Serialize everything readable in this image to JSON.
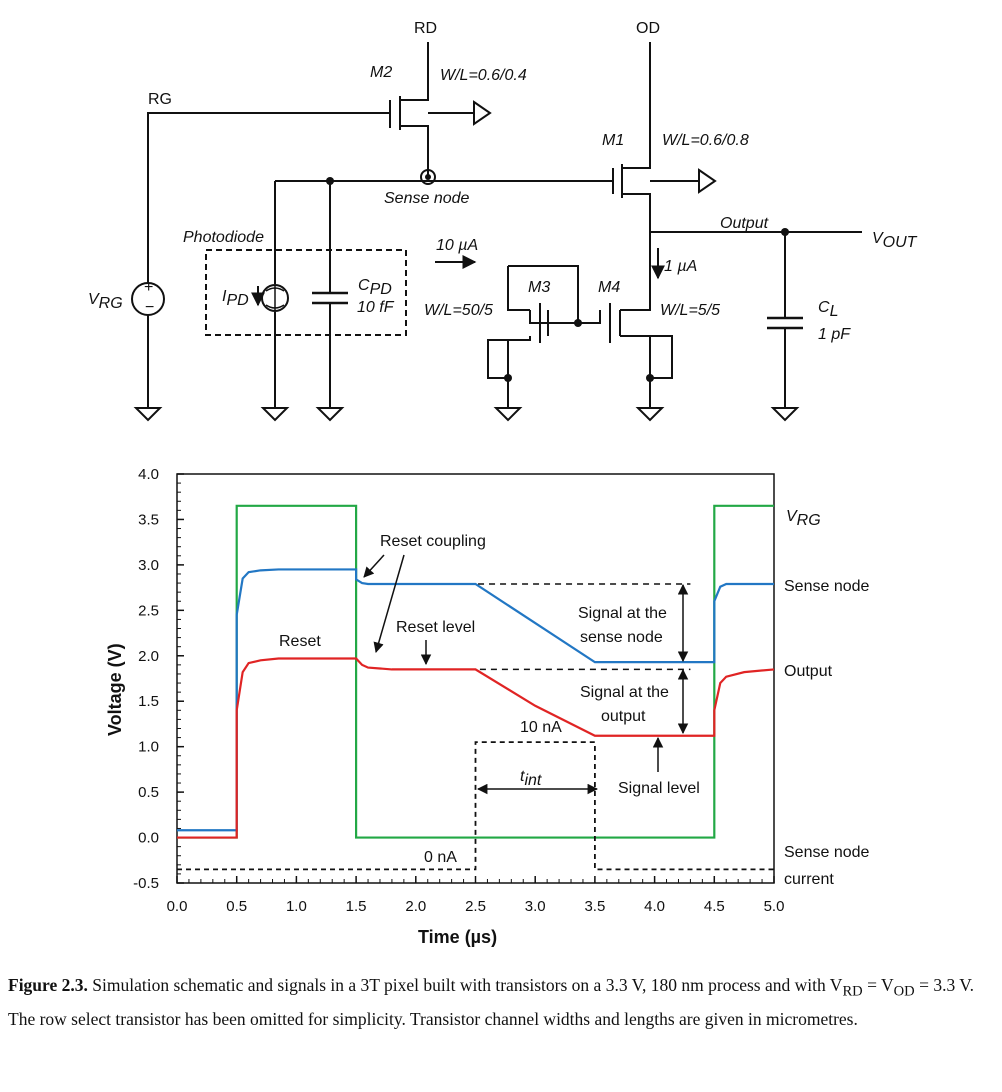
{
  "schematic": {
    "labels": {
      "rd": "RD",
      "od": "OD",
      "rg": "RG",
      "m2": "M2",
      "m2_wl": "W/L=0.6/0.4",
      "m1": "M1",
      "m1_wl": "W/L=0.6/0.8",
      "sense_node": "Sense node",
      "output": "Output",
      "vout_main": "V",
      "vout_sub": "OUT",
      "photodiode": "Photodiode",
      "ipd_main": "I",
      "ipd_sub": "PD",
      "cpd_main": "C",
      "cpd_sub": "PD",
      "cpd_val": "10 fF",
      "cur10": "10 µA",
      "m3": "M3",
      "m4": "M4",
      "m3_wl": "W/L=50/5",
      "m4_wl": "W/L=5/5",
      "cur1": "1 µA",
      "cl_main": "C",
      "cl_sub": "L",
      "cl_val": "1 pF",
      "vrg_main": "V",
      "vrg_sub": "RG"
    }
  },
  "chart_data": {
    "type": "line",
    "title": "",
    "xlabel": "Time (µs)",
    "ylabel": "Voltage (V)",
    "xlim": [
      0.0,
      5.0
    ],
    "ylim": [
      -0.5,
      4.0
    ],
    "xticks": [
      "0.0",
      "0.5",
      "1.0",
      "1.5",
      "2.0",
      "2.5",
      "3.0",
      "3.5",
      "4.0",
      "4.5",
      "5.0"
    ],
    "yticks": [
      "4.0",
      "3.5",
      "3.0",
      "2.5",
      "2.0",
      "1.5",
      "1.0",
      "0.5",
      "0.0",
      "-0.5"
    ],
    "colors": {
      "vrg": "#22a845",
      "sense": "#2277c4",
      "output": "#e02424",
      "current": "#111111"
    },
    "series": [
      {
        "name": "V_RG",
        "key": "vrg",
        "x": [
          0.0,
          0.5,
          0.5,
          1.5,
          1.5,
          4.5,
          4.5,
          5.0
        ],
        "y": [
          0.0,
          0.0,
          3.65,
          3.65,
          0.0,
          0.0,
          3.65,
          3.65
        ]
      },
      {
        "name": "Sense node",
        "key": "sense",
        "x": [
          0.0,
          0.5,
          0.5,
          0.55,
          0.6,
          0.7,
          0.85,
          1.0,
          1.5,
          1.5,
          1.55,
          1.6,
          2.5,
          3.5,
          4.5,
          4.5,
          4.55,
          4.6,
          5.0
        ],
        "y": [
          0.08,
          0.08,
          2.45,
          2.85,
          2.92,
          2.94,
          2.95,
          2.95,
          2.95,
          2.84,
          2.8,
          2.79,
          2.79,
          1.93,
          1.93,
          2.6,
          2.76,
          2.79,
          2.79
        ]
      },
      {
        "name": "Output",
        "key": "output",
        "x": [
          0.0,
          0.5,
          0.5,
          0.55,
          0.6,
          0.7,
          0.85,
          1.0,
          1.5,
          1.55,
          1.6,
          1.7,
          1.8,
          2.0,
          2.5,
          3.0,
          3.5,
          4.5,
          4.5,
          4.55,
          4.6,
          4.75,
          5.0
        ],
        "y": [
          0.0,
          0.0,
          1.4,
          1.82,
          1.92,
          1.95,
          1.97,
          1.97,
          1.97,
          1.9,
          1.87,
          1.86,
          1.85,
          1.85,
          1.85,
          1.45,
          1.12,
          1.12,
          1.4,
          1.7,
          1.77,
          1.82,
          1.85
        ]
      },
      {
        "name": "Sense node current",
        "key": "current",
        "x": [
          0.0,
          2.5,
          2.5,
          3.5,
          3.5,
          5.0
        ],
        "y": [
          -0.35,
          -0.35,
          1.05,
          1.05,
          -0.35,
          -0.35
        ]
      }
    ],
    "reference_lines": [
      {
        "y": 2.79,
        "x0": 1.6,
        "x1": 4.3
      },
      {
        "y": 1.85,
        "x0": 1.8,
        "x1": 4.3
      }
    ],
    "annotations": {
      "vrg_main": "V",
      "vrg_sub": "RG",
      "sense_node": "Sense node",
      "output": "Output",
      "sense_current_1": "Sense node",
      "sense_current_2": "current",
      "reset": "Reset",
      "reset_coupling": "Reset coupling",
      "reset_level": "Reset level",
      "signal_sense_1": "Signal at the",
      "signal_sense_2": "sense node",
      "signal_output_1": "Signal at the",
      "signal_output_2": "output",
      "nA10": "10 nA",
      "nA0": "0 nA",
      "tint_main": "t",
      "tint_sub": "int",
      "signal_level": "Signal level"
    }
  },
  "caption": {
    "label": "Figure 2.3.",
    "text": " Simulation schematic and signals in a 3T pixel built with transistors on a 3.3 V, 180 nm process and with V",
    "sub_rd": "RD",
    "eq": " = V",
    "sub_od": "OD",
    "rest": " = 3.3 V. The row select transistor has been omitted for simplicity. Transistor channel widths and lengths are given in micrometres."
  }
}
